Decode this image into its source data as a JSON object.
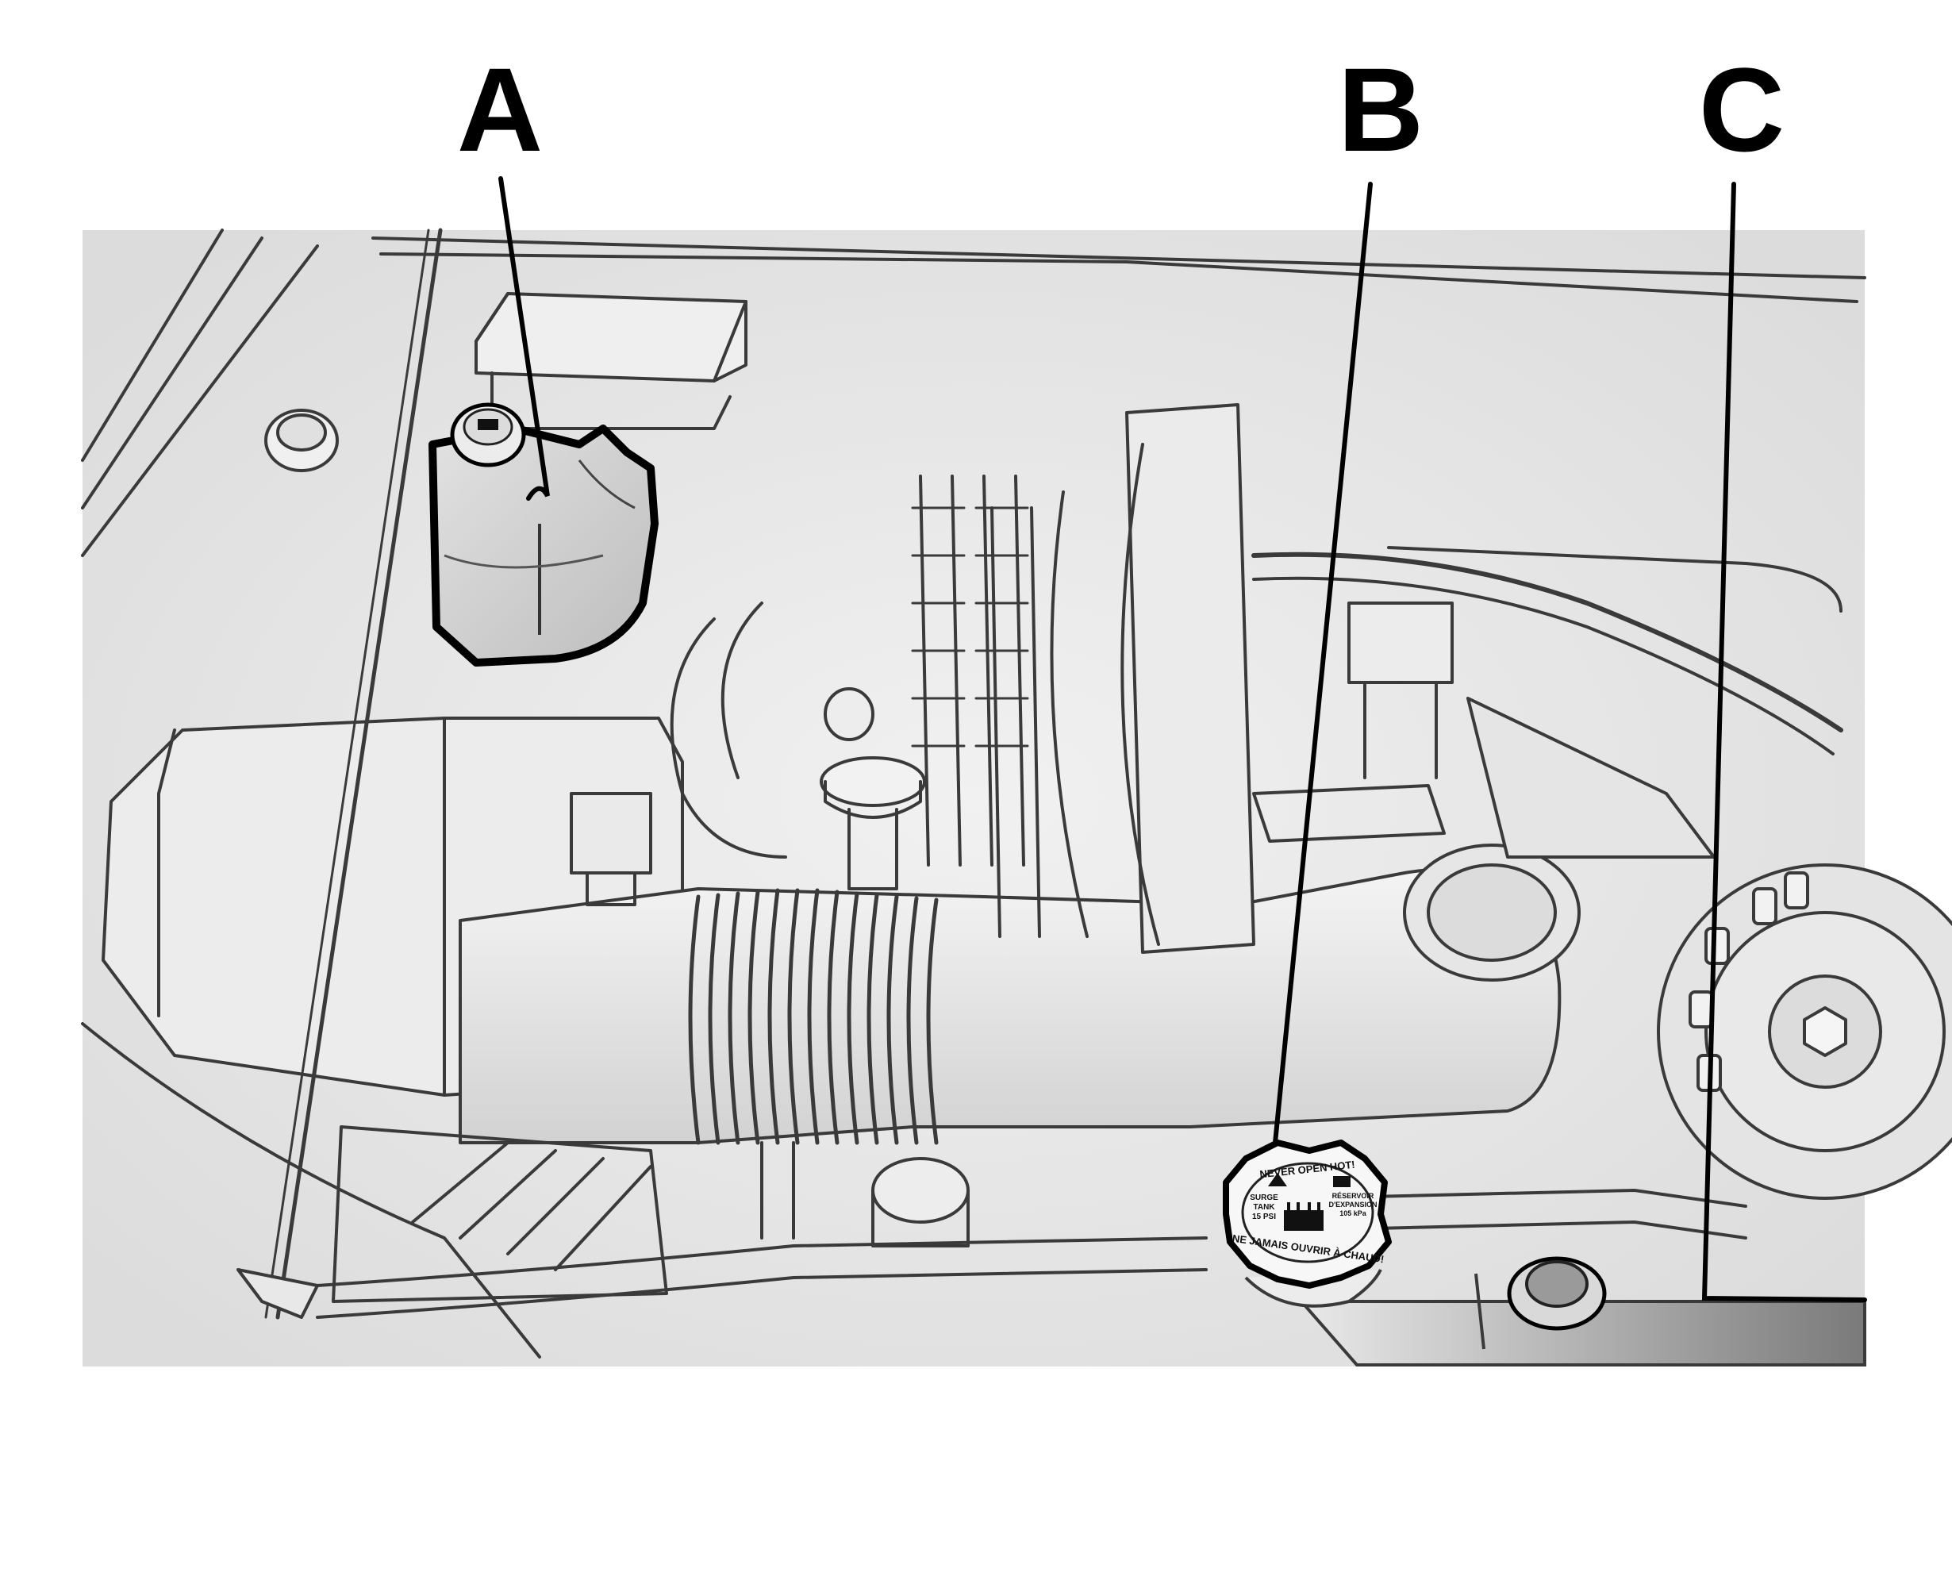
{
  "callouts": [
    {
      "letter": "A",
      "part": "coolant-surge-tank"
    },
    {
      "letter": "B",
      "part": "surge-tank-pressure-cap"
    },
    {
      "letter": "C",
      "part": "radiator-fill-plug"
    }
  ],
  "cap_label": {
    "line1": "NEVER OPEN HOT!",
    "line2": "SURGE",
    "line3": "TANK",
    "line4": "15 PSI",
    "line5": "RÉSERVOIR",
    "line6": "D'EXPANSION",
    "line7": "105 kPa",
    "line8": "NE JAMAIS OUVRIR À CHAUD!"
  },
  "colors": {
    "background": "#ffffff",
    "panel": "#e8e8e8",
    "line": "#3a3a3a",
    "highlight_outline": "#000000",
    "highlight_fill": "#cfcfcf"
  }
}
